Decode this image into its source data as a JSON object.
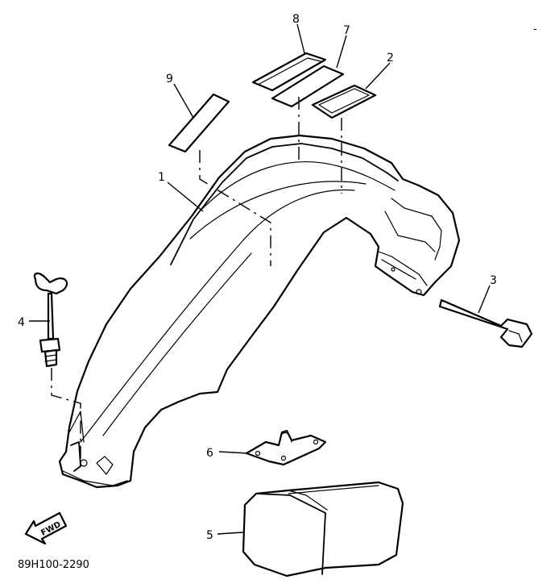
{
  "diagram": {
    "callouts": [
      {
        "id": "1",
        "label": "1"
      },
      {
        "id": "2",
        "label": "2"
      },
      {
        "id": "3",
        "label": "3"
      },
      {
        "id": "4",
        "label": "4"
      },
      {
        "id": "5",
        "label": "5"
      },
      {
        "id": "6",
        "label": "6"
      },
      {
        "id": "7",
        "label": "7"
      },
      {
        "id": "8",
        "label": "8"
      },
      {
        "id": "9",
        "label": "9"
      }
    ],
    "fwd_label": "FWD",
    "drawing_code": "89H100-2290",
    "corner_mark": "-"
  }
}
